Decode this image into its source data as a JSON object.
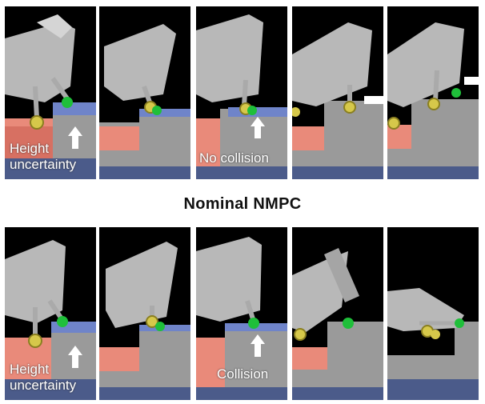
{
  "title": "Nominal NMPC",
  "top_row": {
    "captions": {
      "frame1": [
        "Height",
        "uncertainty"
      ],
      "frame3": "No collision"
    }
  },
  "bottom_row": {
    "captions": {
      "frame1": [
        "Height",
        "uncertainty"
      ],
      "frame3": "Collision"
    }
  },
  "colors": {
    "background": "#000000",
    "floor_red": "#e98a7a",
    "step_grey": "#9a9a9a",
    "step_blue": "#6f84c9",
    "foot_green": "#1fbf3a",
    "foot_yellow": "#d6c84a",
    "robot_grey": "#b8b8b8"
  }
}
